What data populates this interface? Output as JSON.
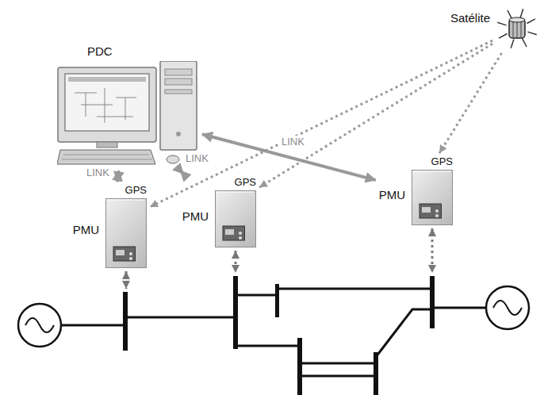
{
  "diagram": {
    "nodes": [
      {
        "text": [
          "PDC"
        ]
      },
      {
        "text": [
          "Satélite"
        ]
      },
      {
        "text": [
          "GPS",
          "PMU"
        ]
      },
      {
        "text": [
          "GPS",
          "PMU"
        ]
      },
      {
        "text": [
          "GPS",
          "PMU"
        ]
      }
    ],
    "edges": [
      {
        "from": 0,
        "to": 2,
        "arrow": "both",
        "label": "LINK"
      },
      {
        "from": 0,
        "to": 3,
        "arrow": "both",
        "label": "LINK"
      },
      {
        "from": 0,
        "to": 4,
        "arrow": "both",
        "label": "LINK"
      },
      {
        "from": 1,
        "to": 2,
        "arrow": "to"
      },
      {
        "from": 1,
        "to": 3,
        "arrow": "to"
      },
      {
        "from": 1,
        "to": 4,
        "arrow": "to"
      }
    ]
  }
}
